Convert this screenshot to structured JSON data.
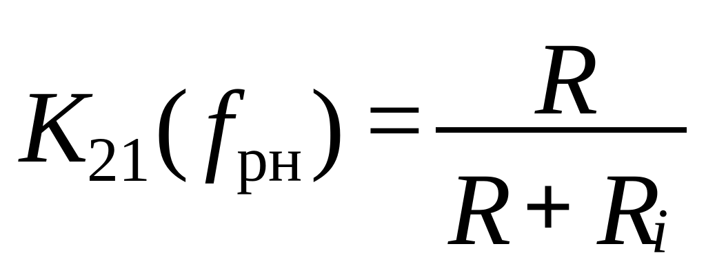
{
  "formula": {
    "lhs": {
      "symbol": "K",
      "subscript": "21",
      "open_paren": "(",
      "arg": "f",
      "arg_subscript": "рн",
      "close_paren": ")"
    },
    "equals": "=",
    "rhs": {
      "numerator": "R",
      "denominator": {
        "term1": "R",
        "operator": "+",
        "term2": "R",
        "term2_subscript": "i"
      }
    }
  }
}
